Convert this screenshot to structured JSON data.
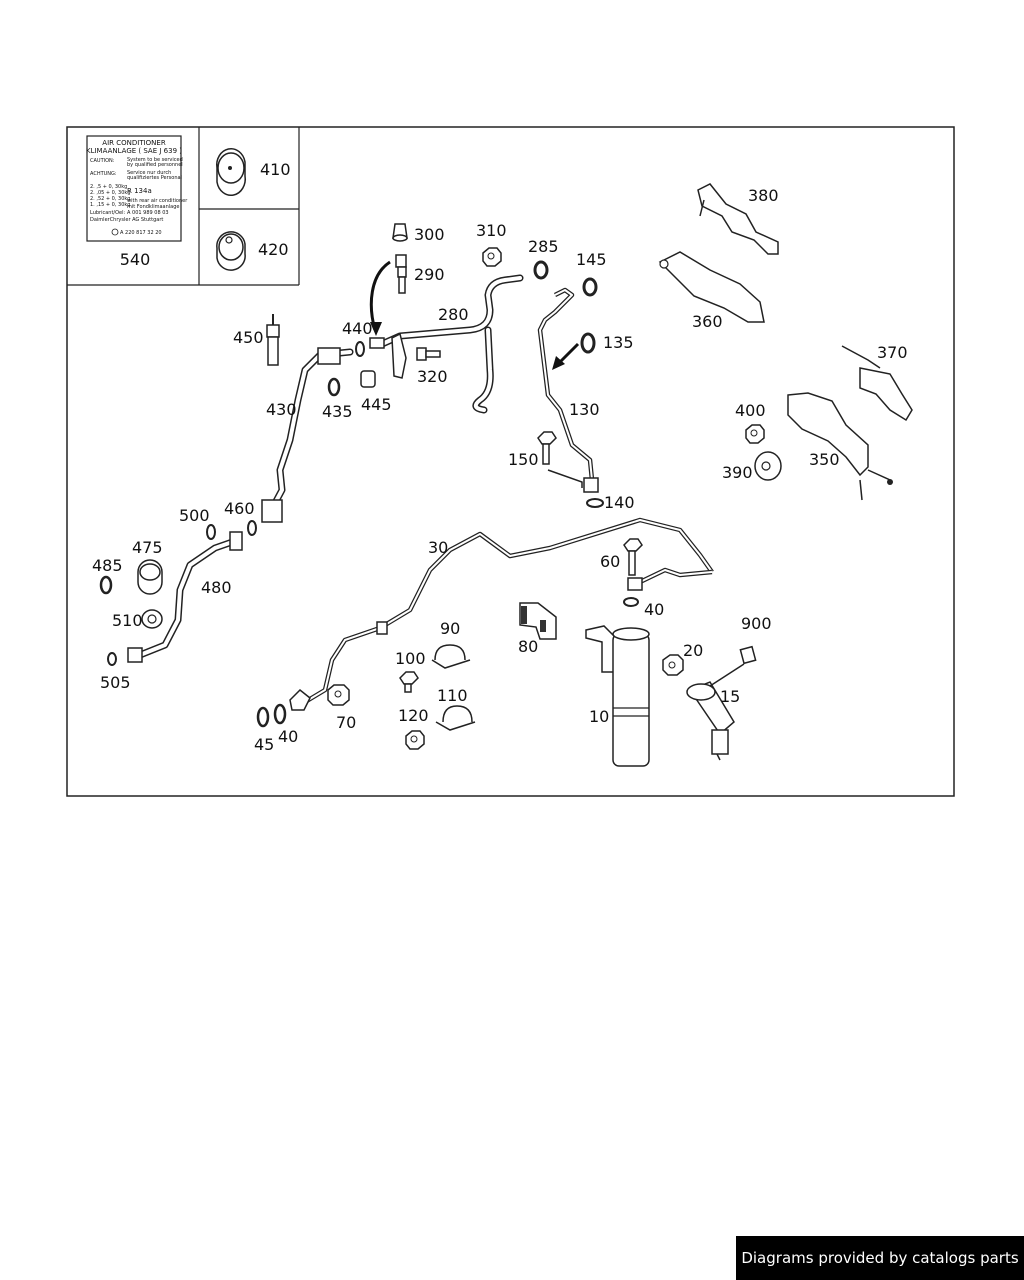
{
  "labels": {
    "l10": "10",
    "l15": "15",
    "l20": "20",
    "l30": "30",
    "l40a": "40",
    "l40b": "40",
    "l45": "45",
    "l60": "60",
    "l70": "70",
    "l80": "80",
    "l90": "90",
    "l100": "100",
    "l110": "110",
    "l120": "120",
    "l130": "130",
    "l135": "135",
    "l140": "140",
    "l145": "145",
    "l150": "150",
    "l280": "280",
    "l285": "285",
    "l290": "290",
    "l300": "300",
    "l310": "310",
    "l320": "320",
    "l350": "350",
    "l360": "360",
    "l370": "370",
    "l380": "380",
    "l390": "390",
    "l400": "400",
    "l410": "410",
    "l420": "420",
    "l430": "430",
    "l435": "435",
    "l440": "440",
    "l445": "445",
    "l450": "450",
    "l460": "460",
    "l475": "475",
    "l480": "480",
    "l485": "485",
    "l500": "500",
    "l505": "505",
    "l510": "510",
    "l540": "540",
    "l900": "900"
  },
  "sticker": {
    "title1": "AIR CONDITIONER",
    "title2": "KLIMAANLAGE ( SAE  J 639 )",
    "caution": "CAUTION:",
    "caution_text1": "System to be serviced",
    "caution_text2": "by qualified personnel",
    "achtung": "ACHTUNG:",
    "achtung_text1": "Service nur durch",
    "achtung_text2": "qualifiziertes Personal",
    "r1": "2. ,5 + 0, 30kg",
    "r2": "2. ,05 + 0, 30kg",
    "r3": "2. ,52 + 0, 30kg",
    "r4": "1. ,15 + 0, 30kg",
    "ref": "R 134a",
    "with_rear": "with rear air conditioner",
    "mit_fond": "mit Fondklimaanlage",
    "lubricant": "Lubricant/Oel:",
    "lubricant_no": "A 001 989 08 03",
    "maker": "DaimlerChrysler AG Stuttgart",
    "part_no": "A  220 817 32 20"
  },
  "footer": {
    "text": "Diagrams provided by catalogs parts"
  }
}
